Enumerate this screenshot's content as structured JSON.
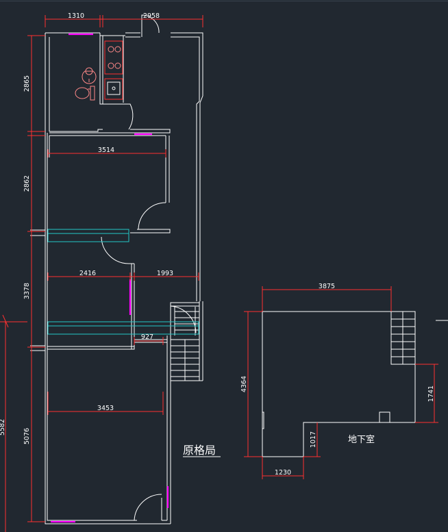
{
  "colors": {
    "background": "#212830",
    "walls": "#ffffff",
    "dimensions": "#ff3030",
    "windows": "#ff00ff",
    "beams": "#22c8c8",
    "fixtures": "#ff8888"
  },
  "main_plan": {
    "title": "原格局",
    "dimensions": {
      "top_left_width": "1310",
      "top_right_width": "2958",
      "room1_height": "2865",
      "room2_height": "2862",
      "room3_height": "3378",
      "room4_height": "5076",
      "total_lower_height": "5582",
      "room2_width": "3514",
      "room3_left_width": "2416",
      "room3_right_width": "1993",
      "stair_gap_width": "927",
      "room4_width": "3453"
    }
  },
  "basement_plan": {
    "label": "地下室",
    "dimensions": {
      "width": "3875",
      "height": "4364",
      "right_offset": "1741",
      "notch_height": "1017",
      "notch_width": "1230"
    }
  }
}
